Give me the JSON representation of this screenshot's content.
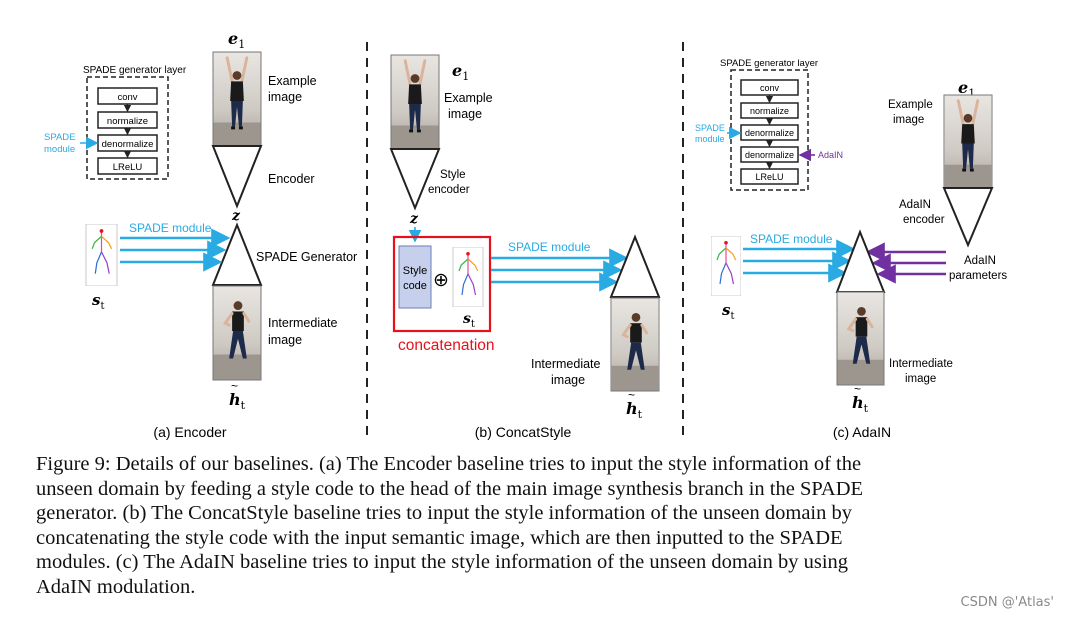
{
  "panels": {
    "a": {
      "spade_layer_title": "SPADE generator layer",
      "layer_items": [
        "conv",
        "normalize",
        "denormalize",
        "LReLU"
      ],
      "spade_module_side": [
        "SPADE",
        "module"
      ],
      "e1_label": "e",
      "e1_sub": "1",
      "example_label": [
        "Example",
        "image"
      ],
      "encoder_label": "Encoder",
      "z_label": "z",
      "spade_module_arrow": "SPADE module",
      "spade_generator": "SPADE Generator",
      "st_label": "s",
      "st_sub": "t",
      "intermediate_label": [
        "Intermediate",
        "image"
      ],
      "h_label": "h",
      "h_sub": "t",
      "caption": "(a) Encoder"
    },
    "b": {
      "e1_label": "e",
      "e1_sub": "1",
      "example_label": [
        "Example",
        "image"
      ],
      "style_encoder": [
        "Style",
        "encoder"
      ],
      "z_label": "z",
      "style_code": [
        "Style",
        "code"
      ],
      "oplus": "⊕",
      "st_label": "s",
      "st_sub": "t",
      "concatenation": "concatenation",
      "spade_module_arrow": "SPADE module",
      "intermediate_label": [
        "Intermediate",
        "image"
      ],
      "h_label": "h",
      "h_sub": "t",
      "caption": "(b) ConcatStyle"
    },
    "c": {
      "spade_layer_title": "SPADE generator layer",
      "layer_items": [
        "conv",
        "normalize",
        "denormalize",
        "denormalize",
        "LReLU"
      ],
      "spade_module_side": [
        "SPADE",
        "module"
      ],
      "adain_side": "AdaIN",
      "e1_label": "e",
      "e1_sub": "1",
      "example_label": [
        "Example",
        "image"
      ],
      "adain_encoder": [
        "AdaIN",
        "encoder"
      ],
      "spade_module_arrow": "SPADE module",
      "adain_params": [
        "AdaIN",
        "parameters"
      ],
      "st_label": "s",
      "st_sub": "t",
      "intermediate_label": [
        "Intermediate",
        "image"
      ],
      "h_label": "h",
      "h_sub": "t",
      "caption": "(c) AdaIN"
    }
  },
  "colors": {
    "blue": "#29aae2",
    "purple": "#7030a0",
    "red": "#e8101a",
    "style_code_fill": "#c6d0ec"
  },
  "caption_lines": [
    "Figure 9: Details of our baselines. (a) The Encoder baseline tries to input the style information of the",
    "unseen domain by feeding a style code to the head of the main image synthesis branch in the SPADE",
    "generator. (b) The ConcatStyle baseline tries to input the style information of the unseen domain by",
    "concatenating the style code with the input semantic image, which are then inputted to the SPADE",
    "modules. (c) The AdaIN baseline tries to input the style information of the unseen domain by using",
    "AdaIN modulation."
  ],
  "watermark": "CSDN @'Atlas'"
}
